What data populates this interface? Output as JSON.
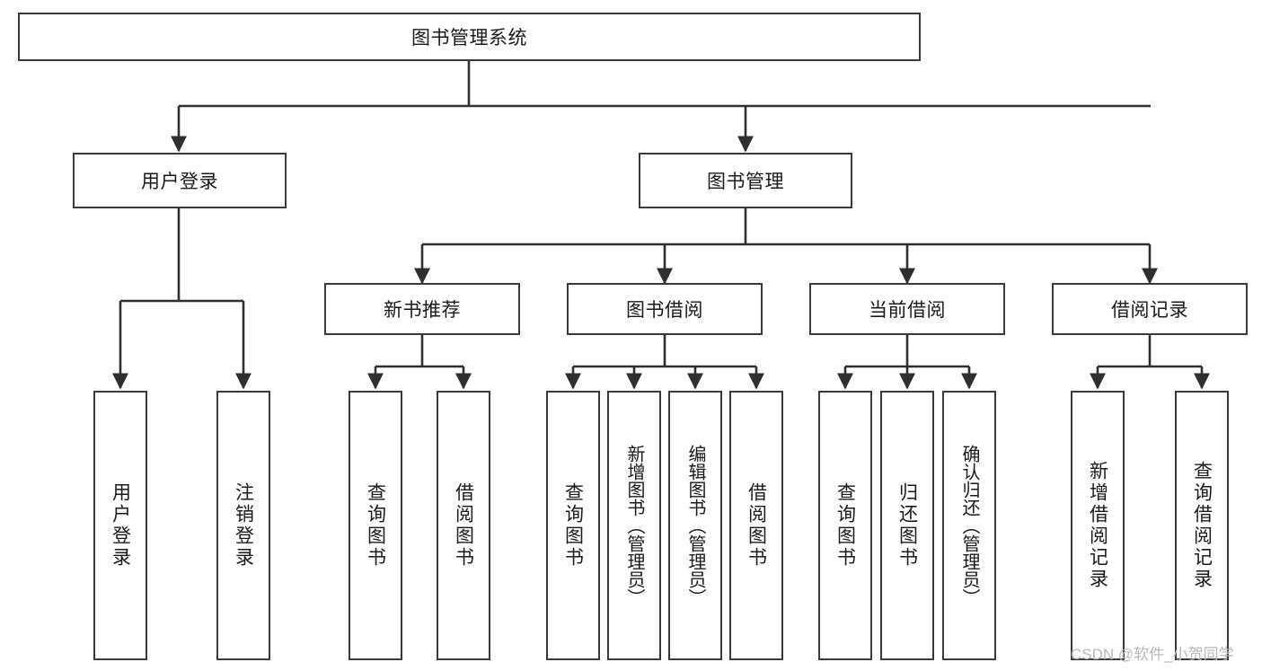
{
  "diagram": {
    "type": "tree-hierarchy-chart",
    "title": "图书管理系统",
    "orientation": "top-down",
    "colors": {
      "box_border": "#3a3a3a",
      "box_fill": "#ffffff",
      "edge": "#2f2f2f",
      "text": "#1a1a1a",
      "watermark": "#b8b8b8"
    },
    "nodes": {
      "root": {
        "label": "图书管理系统",
        "level": 0
      },
      "level1": [
        {
          "id": "user-login",
          "label": "用户登录"
        },
        {
          "id": "book-manage",
          "label": "图书管理"
        }
      ],
      "level2": [
        {
          "id": "new-book-recommend",
          "label": "新书推荐",
          "parent": "book-manage"
        },
        {
          "id": "book-borrow",
          "label": "图书借阅",
          "parent": "book-manage"
        },
        {
          "id": "current-borrow",
          "label": "当前借阅",
          "parent": "book-manage"
        },
        {
          "id": "borrow-record",
          "label": "借阅记录",
          "parent": "book-manage"
        }
      ],
      "leaves": {
        "user-login": [
          {
            "id": "leaf-user-login",
            "label": "用户登录"
          },
          {
            "id": "leaf-user-logout",
            "label": "注销登录"
          }
        ],
        "new-book-recommend": [
          {
            "id": "leaf-query-book-1",
            "label": "查询图书"
          },
          {
            "id": "leaf-borrow-book-1",
            "label": "借阅图书"
          }
        ],
        "book-borrow": [
          {
            "id": "leaf-query-book-2",
            "label": "查询图书"
          },
          {
            "id": "leaf-add-book",
            "label": "新增图书（管理员）"
          },
          {
            "id": "leaf-edit-book",
            "label": "编辑图书（管理员）"
          },
          {
            "id": "leaf-borrow-book-2",
            "label": "借阅图书"
          }
        ],
        "current-borrow": [
          {
            "id": "leaf-query-book-3",
            "label": "查询图书"
          },
          {
            "id": "leaf-return-book",
            "label": "归还图书"
          },
          {
            "id": "leaf-confirm-return",
            "label": "确认归还（管理员）"
          }
        ],
        "borrow-record": [
          {
            "id": "leaf-add-record",
            "label": "新增借阅记录"
          },
          {
            "id": "leaf-query-record",
            "label": "查询借阅记录"
          }
        ]
      }
    },
    "watermark": "CSDN @软件_小贺同学"
  }
}
